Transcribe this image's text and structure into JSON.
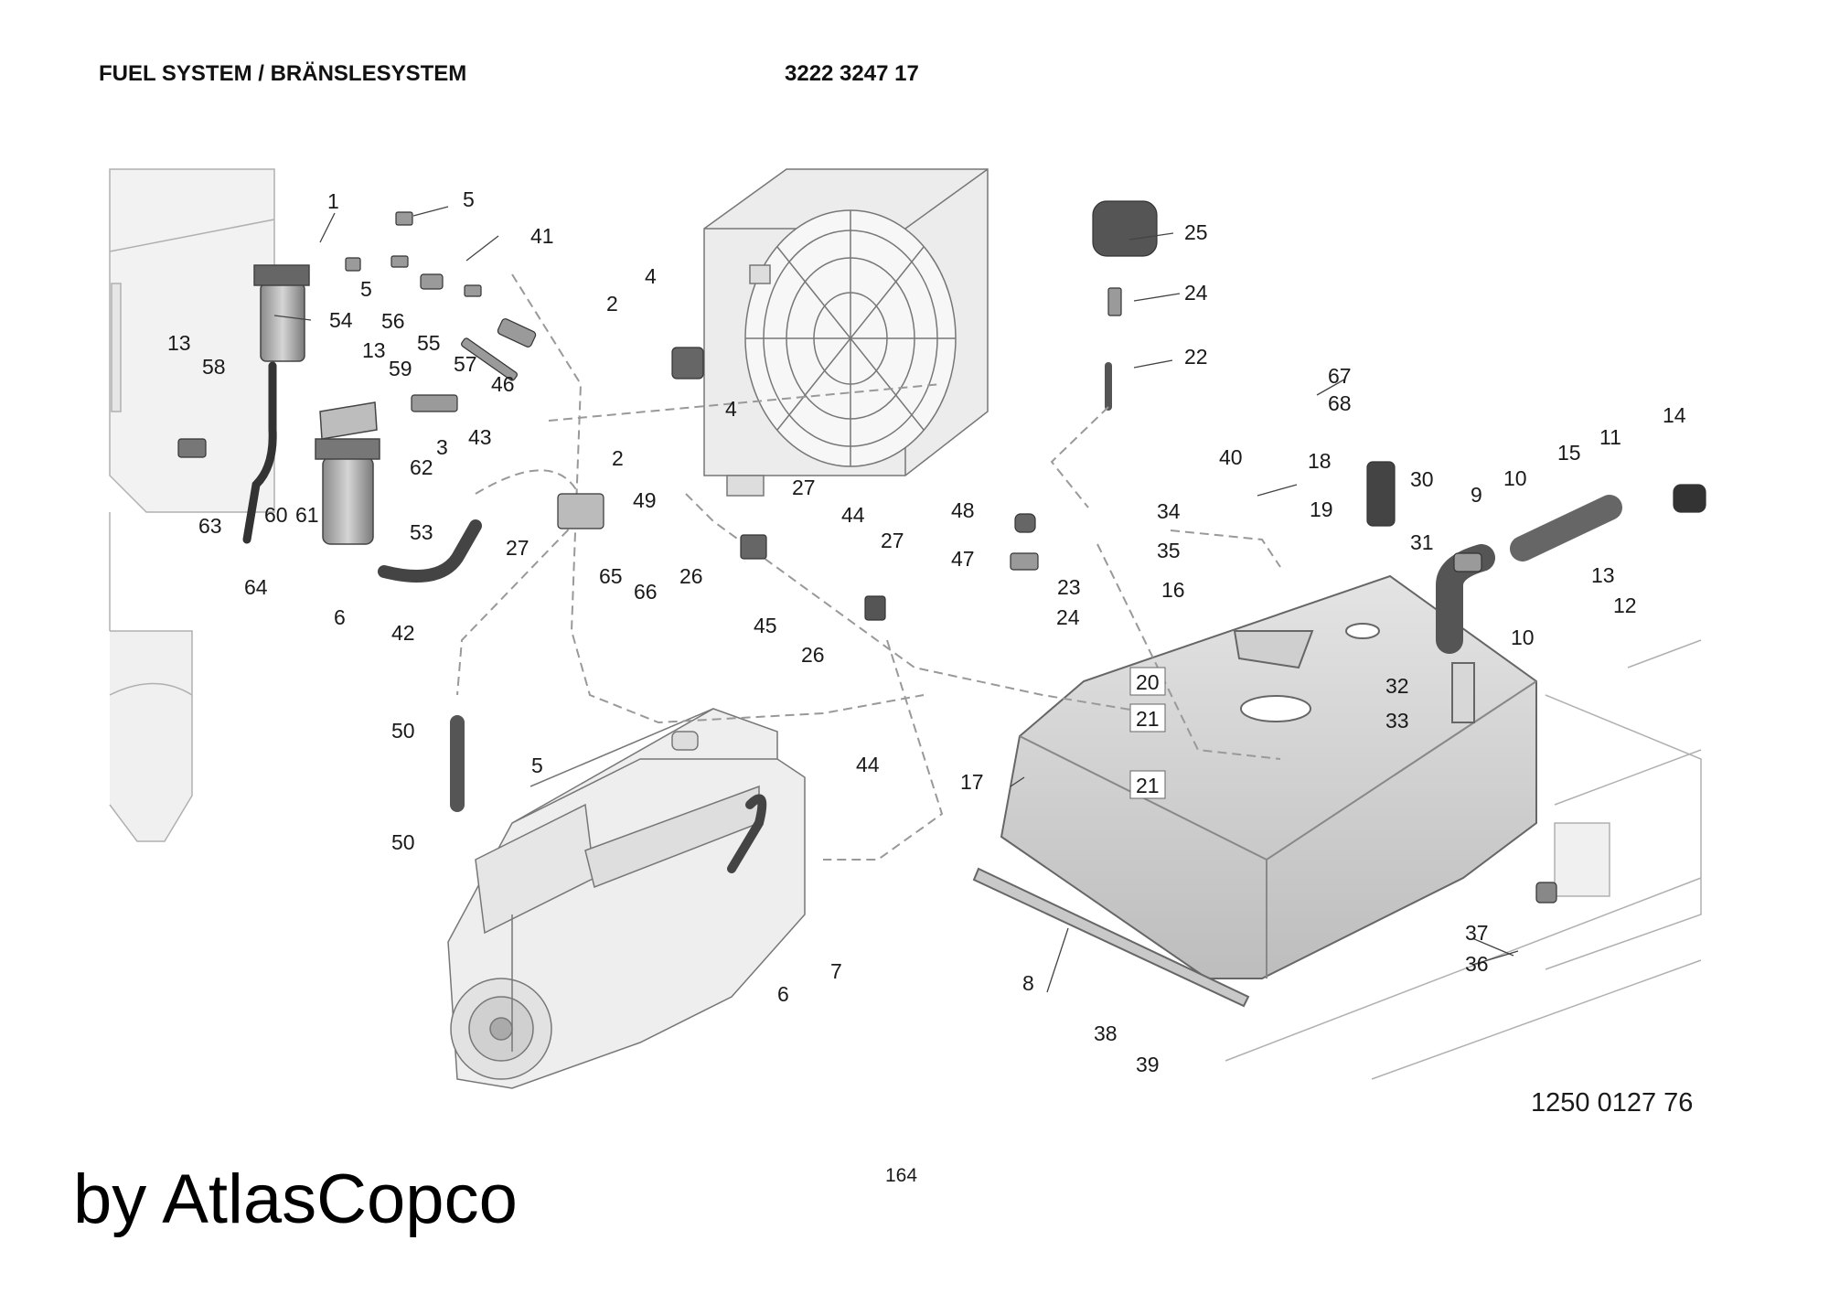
{
  "header": {
    "title": "FUEL SYSTEM / BRÄNSLESYSTEM",
    "part_number": "3222 3247 17"
  },
  "footer": {
    "drawing_number": "1250 0127 76",
    "page_number": "164",
    "brand": "by AtlasCopco"
  },
  "callouts": [
    "1",
    "2",
    "2",
    "3",
    "4",
    "4",
    "5",
    "5",
    "5",
    "6",
    "6",
    "7",
    "8",
    "9",
    "10",
    "10",
    "11",
    "12",
    "13",
    "13",
    "13",
    "14",
    "15",
    "16",
    "17",
    "18",
    "19",
    "20",
    "21",
    "21",
    "22",
    "23",
    "24",
    "24",
    "25",
    "26",
    "26",
    "27",
    "27",
    "27",
    "30",
    "31",
    "32",
    "33",
    "34",
    "35",
    "36",
    "37",
    "38",
    "39",
    "40",
    "41",
    "42",
    "43",
    "44",
    "44",
    "45",
    "46",
    "47",
    "48",
    "49",
    "50",
    "50",
    "53",
    "54",
    "55",
    "56",
    "57",
    "58",
    "59",
    "60",
    "61",
    "62",
    "63",
    "64",
    "65",
    "66",
    "67",
    "68"
  ],
  "boxed_callouts": [
    "20",
    "21",
    "21"
  ],
  "components": {
    "engine": "engine-block",
    "radiator": "radiator-fan",
    "tank": "fuel-tank",
    "fuel_filter": "fuel-filter",
    "prefilter": "water-separator-filter"
  }
}
